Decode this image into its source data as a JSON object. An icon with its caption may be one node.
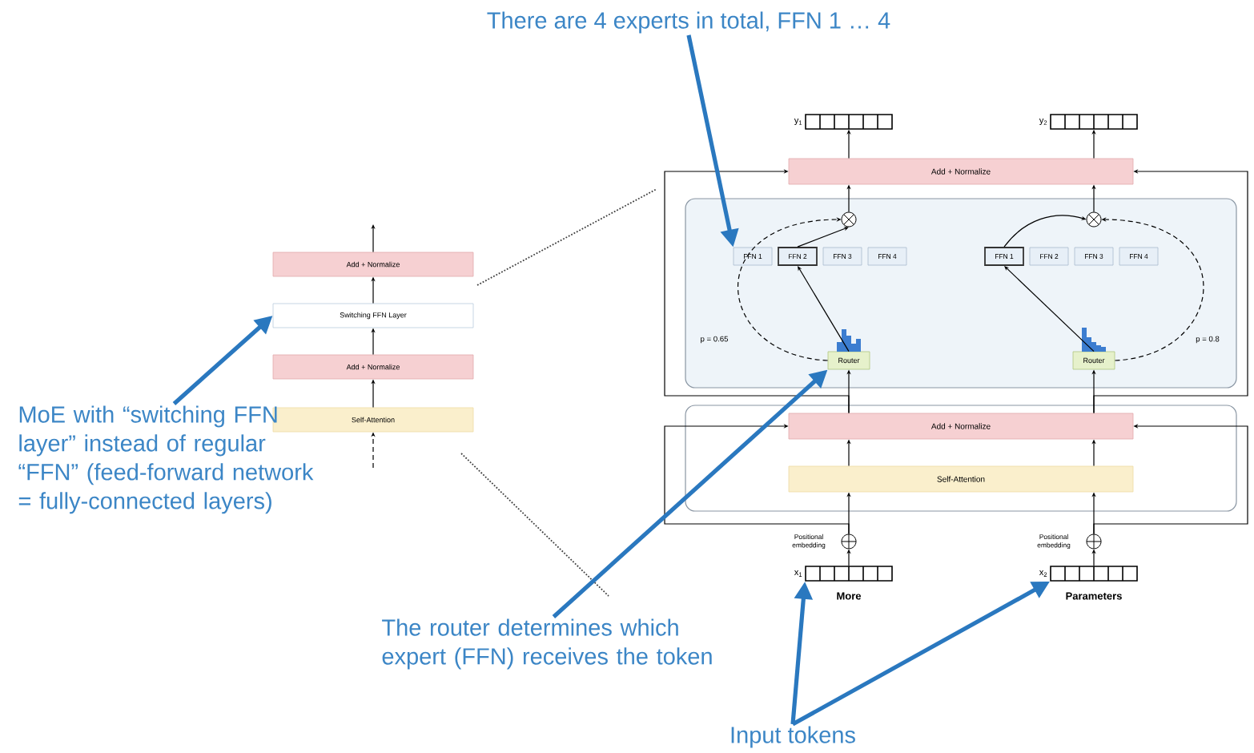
{
  "diagram": {
    "nodes": [
      {
        "text": [
          "Add + Normalize"
        ]
      },
      {
        "text": [
          "Switching FFN Layer"
        ]
      },
      {
        "text": [
          "Add + Normalize"
        ]
      },
      {
        "text": [
          "Self-Attention"
        ]
      },
      {
        "text": [
          "There are 4 experts in total, FFN 1 … 4"
        ]
      },
      {
        "text": [
          "y$_{1}$"
        ]
      },
      {
        "text": [
          "y$_{2}$"
        ]
      },
      {
        "text": [
          "Add + Normalize"
        ]
      },
      {
        "text": [],
        "shape": "box"
      },
      {
        "text": [],
        "shape": "circle",
        "in": 8
      },
      {
        "text": [
          "FFN 1"
        ],
        "in": 8
      },
      {
        "text": [
          "FFN 2"
        ],
        "in": 8
      },
      {
        "text": [
          "FFN 3"
        ],
        "in": 8
      },
      {
        "text": [
          "FFN 4"
        ],
        "in": 8
      },
      {
        "text": [],
        "shape": "circle",
        "in": 8
      },
      {
        "text": [
          "FFN 1"
        ],
        "in": 8
      },
      {
        "text": [
          "FFN 2"
        ],
        "in": 8
      },
      {
        "text": [
          "FFN 3"
        ],
        "in": 8
      },
      {
        "text": [
          "FFN 4"
        ],
        "in": 8
      },
      {
        "text": [
          "Router"
        ],
        "in": 8
      },
      {
        "text": [
          "Router"
        ],
        "in": 8
      },
      {
        "text": [],
        "shape": "box"
      },
      {
        "text": [
          "Add + Normalize"
        ],
        "in": 21
      },
      {
        "text": [
          "Self-Attention"
        ],
        "in": 21
      },
      {
        "text": [],
        "shape": "circle",
        "beside": [
          "Positional embedding"
        ]
      },
      {
        "text": [],
        "shape": "circle",
        "beside": [
          "Positional embedding"
        ]
      },
      {
        "text": [
          "x$_{1}$"
        ],
        "beside": [
          "More"
        ]
      },
      {
        "text": [
          "x$_{2}$"
        ],
        "beside": [
          "Parameters"
        ]
      },
      {
        "text": [
          "MoE with “switching FFN layer” instead of regular “FFN” (feed-forward network = fully-connected layers)"
        ]
      },
      {
        "text": [
          "The router determines which expert (FFN) receives the token"
        ]
      },
      {
        "text": [
          "Input tokens"
        ]
      }
    ],
    "edges": [
      {
        "from": 3,
        "to": 2,
        "arrow": "to"
      },
      {
        "from": 2,
        "to": 1,
        "arrow": "to"
      },
      {
        "from": 1,
        "to": 0,
        "arrow": "to"
      },
      {
        "from": 0,
        "to": null,
        "arrow": "to"
      },
      {
        "from": null,
        "to": 3,
        "arrow": "to",
        "style": "dashed"
      },
      {
        "from": 7,
        "to": 5,
        "arrow": "to"
      },
      {
        "from": 7,
        "to": 6,
        "arrow": "to"
      },
      {
        "from": 9,
        "to": 7,
        "arrow": "to"
      },
      {
        "from": 14,
        "to": 7,
        "arrow": "to"
      },
      {
        "from": 19,
        "to": 11,
        "arrow": "to"
      },
      {
        "from": 11,
        "to": 9,
        "arrow": "to"
      },
      {
        "from": 19,
        "to": 9,
        "arrow": "to",
        "style": "dashed",
        "label": "p = 0.65"
      },
      {
        "from": 20,
        "to": 15,
        "arrow": "to"
      },
      {
        "from": 15,
        "to": 14,
        "arrow": "to"
      },
      {
        "from": 20,
        "to": 14,
        "arrow": "to",
        "style": "dashed",
        "label": "p = 0.8"
      },
      {
        "from": 22,
        "to": 19,
        "arrow": "to"
      },
      {
        "from": 22,
        "to": 20,
        "arrow": "to"
      },
      {
        "from": 23,
        "to": 22,
        "arrow": "to"
      },
      {
        "from": 23,
        "to": 22,
        "arrow": "to"
      },
      {
        "from": 24,
        "to": 23,
        "arrow": "to"
      },
      {
        "from": 25,
        "to": 23,
        "arrow": "to"
      },
      {
        "from": 26,
        "to": 24,
        "arrow": "to"
      },
      {
        "from": 27,
        "to": 25,
        "arrow": "to"
      },
      {
        "from": 24,
        "to": 22,
        "arrow": "to"
      },
      {
        "from": 25,
        "to": 22,
        "arrow": "to"
      },
      {
        "from": 22,
        "to": 7,
        "arrow": "to"
      },
      {
        "from": 22,
        "to": 7,
        "arrow": "to"
      },
      {
        "from": 4,
        "to": 10,
        "arrow": "to",
        "style": "thick",
        "color": "#2a78bf"
      },
      {
        "from": 28,
        "to": 1,
        "arrow": "to",
        "style": "thick",
        "color": "#2a78bf"
      },
      {
        "from": 29,
        "to": 19,
        "arrow": "to",
        "style": "thick",
        "color": "#2a78bf"
      },
      {
        "from": 30,
        "to": 26,
        "arrow": "to",
        "style": "thick",
        "color": "#2a78bf"
      },
      {
        "from": 30,
        "to": 27,
        "arrow": "to",
        "style": "thick",
        "color": "#2a78bf"
      }
    ]
  }
}
